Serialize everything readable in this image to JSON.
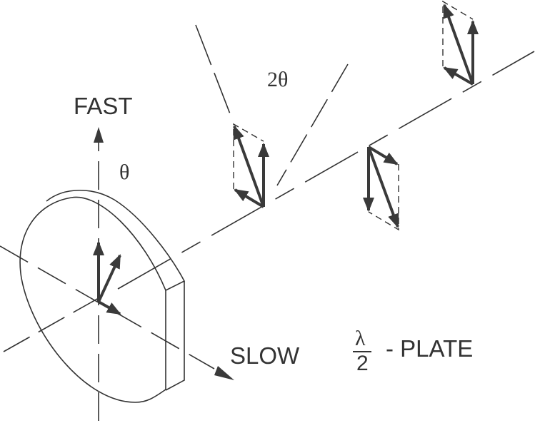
{
  "labels": {
    "fast": "FAST",
    "slow": "SLOW",
    "theta": "θ",
    "two_theta": "2θ",
    "lambda": "λ",
    "denominator": "2",
    "plate": "- PLATE"
  },
  "colors": {
    "line": "#333333",
    "arrow": "#3a3a3a"
  }
}
